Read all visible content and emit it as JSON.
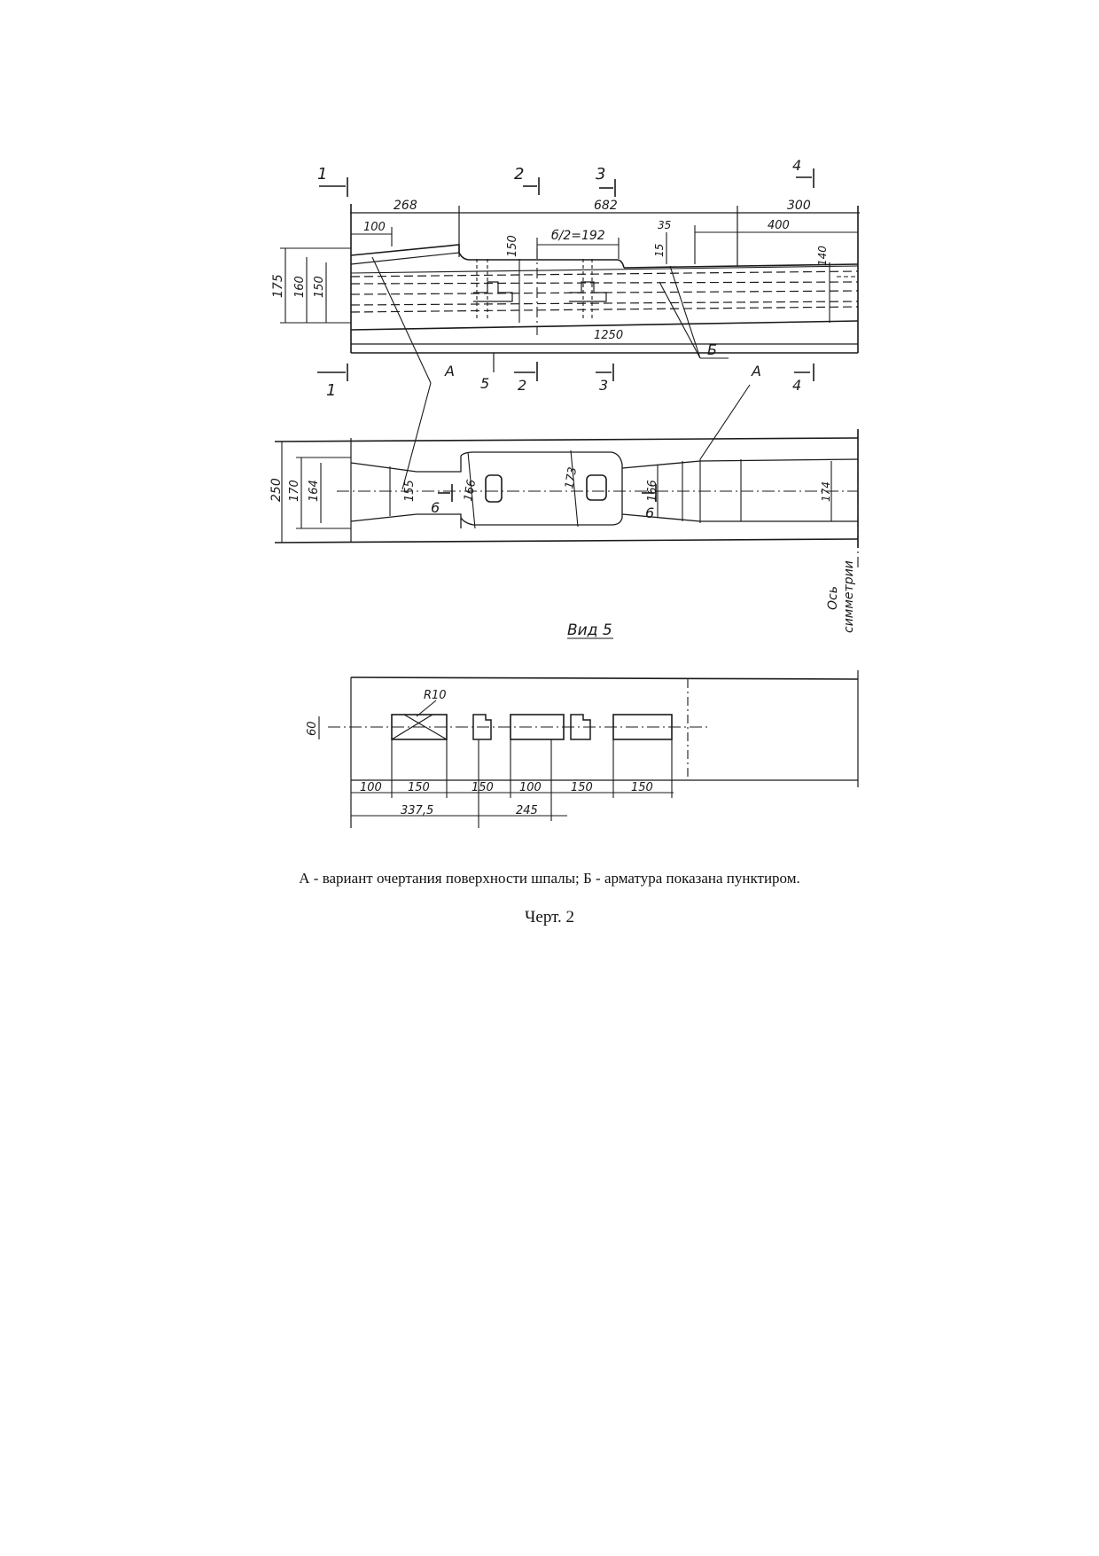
{
  "drawing": {
    "section_marks": [
      "1",
      "2",
      "3",
      "4",
      "5",
      "6"
    ],
    "callouts": {
      "variant": "А",
      "rebar": "Б"
    },
    "side_view": {
      "dims_top": [
        "268",
        "682",
        "300"
      ],
      "dim_100": "100",
      "dim_half_b": "б/2=192",
      "dim_35": "35",
      "dim_400": "400",
      "dim_150_v": "150",
      "dim_15": "15",
      "dim_140": "140",
      "dims_left": [
        "175",
        "160",
        "150"
      ],
      "dim_total": "1250"
    },
    "plan_view": {
      "dims_left": [
        "250",
        "170",
        "164"
      ],
      "dims_inner": [
        "155",
        "166",
        "173",
        "166",
        "174"
      ]
    },
    "symmetry_axis": [
      "Ось",
      "симметрии"
    ],
    "view5": {
      "title": "Вид 5",
      "radius": "R10",
      "dim_left": "60",
      "dims_bottom": [
        "100",
        "150",
        "150",
        "100",
        "150",
        "150"
      ],
      "dims_bottom2": [
        "337,5",
        "245"
      ]
    }
  },
  "captions": {
    "legend": "А - вариант очертания поверхности шпалы;  Б - арматура показана пунктиром.",
    "figure": "Черт. 2"
  }
}
